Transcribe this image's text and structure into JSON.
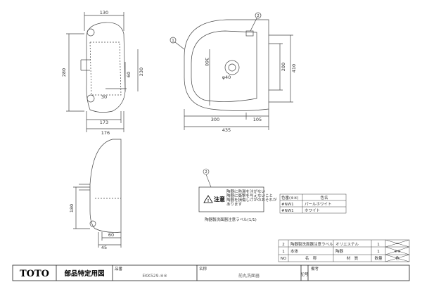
{
  "dimensions": {
    "side_top_width": "130",
    "side_height": "280",
    "side_inner_60": "60",
    "side_inner_230": "230",
    "side_30": "30",
    "side_173": "173",
    "side_176": "176",
    "plan_300": "300",
    "plan_105": "105",
    "plan_435": "435",
    "plan_200": "200",
    "plan_410": "410",
    "plan_360": "360",
    "plan_dia": "φ40",
    "front_180": "180",
    "front_60": "60",
    "front_45": "45"
  },
  "callouts": {
    "c1": "1",
    "c2": "2",
    "c3": "2"
  },
  "caution_label": {
    "heading": "注意",
    "line1": "陶器に熱湯を注がない",
    "line2": "陶器に衝撃を与えないこと",
    "line3": "陶器を損傷しけがのおそれが",
    "line4": "あります",
    "caption": "陶器製洗面器注意ラベル(1/1)"
  },
  "color_table": {
    "header_code": "色番(※※)",
    "header_name": "色名",
    "rows": [
      {
        "code": "#NW1",
        "name": "パールホワイト"
      },
      {
        "code": "#NW1",
        "name": "ホワイト"
      }
    ]
  },
  "parts_table": {
    "rows": [
      {
        "no": "2",
        "name": "陶器製洗面器注意ラベル",
        "material": "オリエステル",
        "qty": "1",
        "note": "一"
      },
      {
        "no": "1",
        "name": "本体",
        "material": "陶器",
        "qty": "1",
        "note": "※※"
      }
    ],
    "header": {
      "no": "NO",
      "name": "名　称",
      "material": "材　質",
      "qty": "数量",
      "note": "色"
    }
  },
  "title_block": {
    "logo": "TOTO",
    "doc_type": "部品特定用図",
    "part_no_label": "品番",
    "part_no": "EKK529-※※",
    "name_label": "名称",
    "name": "前丸洗面器",
    "rev_label": "記号",
    "note_label": "備考"
  }
}
